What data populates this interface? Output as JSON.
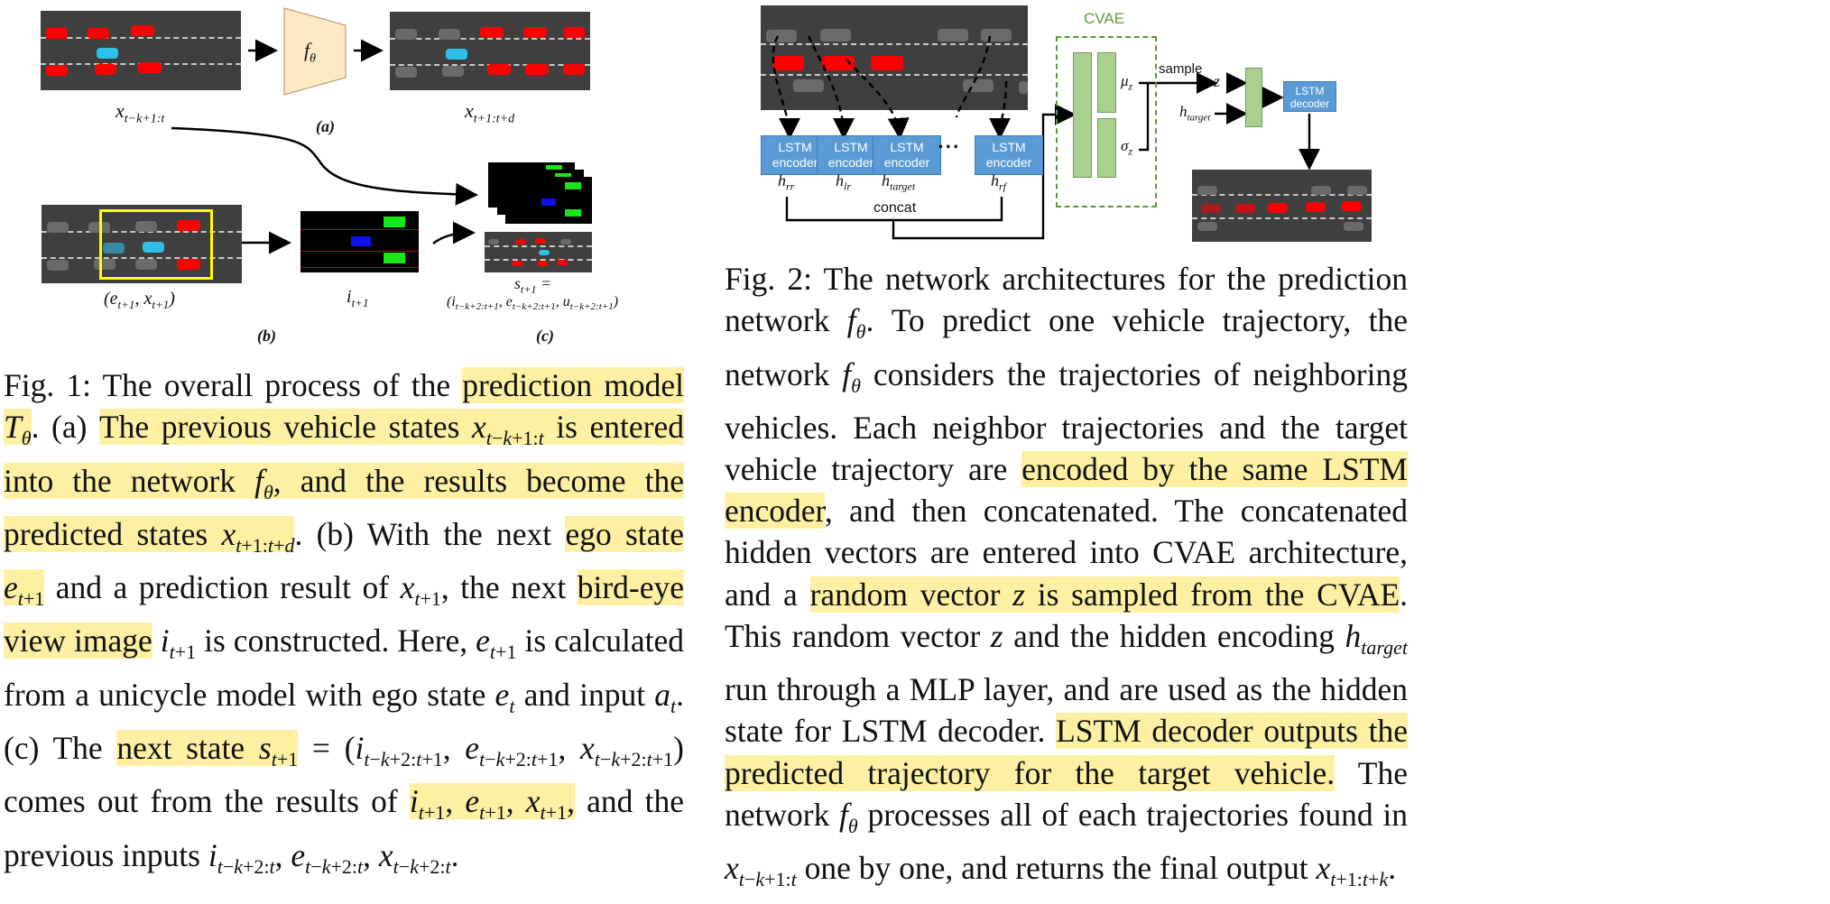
{
  "fig1": {
    "fname": "f",
    "fsub": "θ",
    "x_in": "x",
    "x_in_sub": "t−k+1:t",
    "x_out": "x",
    "x_out_sub": "t+1:t+d",
    "panel_a": "(a)",
    "panel_b": "(b)",
    "panel_c": "(c)",
    "ex_label": "(e",
    "ex_label_sub1": "t+1",
    "ex_label_mid": ", x",
    "ex_label_sub2": "t+1",
    "ex_label_end": ")",
    "i_label": "i",
    "i_label_sub": "t+1",
    "s_label": "s",
    "s_label_sub": "t+1",
    "s_label_eq": " =",
    "s_label_line2": "(i",
    "s_label_l2_sub1": "t−k+2:t+1",
    "s_label_l2_mid1": ", e",
    "s_label_l2_sub2": "t−k+2:t+1",
    "s_label_l2_mid2": ", u",
    "s_label_l2_sub3": "t−k+2:t+1",
    "s_label_l2_end": ")"
  },
  "fig2": {
    "cvae": "CVAE",
    "sample": "sample",
    "concat": "concat",
    "enc_label_1": "LSTM",
    "enc_label_2": "encoder",
    "dec_label_1": "LSTM",
    "dec_label_2": "decoder",
    "dots": "• • •",
    "h_rr": "h",
    "h_rr_sub": "rr",
    "h_lr": "h",
    "h_lr_sub": "lr",
    "h_target": "h",
    "h_target_sub": "target",
    "h_rf": "h",
    "h_rf_sub": "rf",
    "mu": "μ",
    "mu_sub": "z",
    "sigma": "σ",
    "sigma_sub": "z",
    "z": "z",
    "htarget_in": "h",
    "htarget_in_sub": "target"
  },
  "colors": {
    "road": "#3f3f3f",
    "ego_red": "#ff0000",
    "neighbor_grey": "#6a6a6a",
    "target_blue": "#2ec0ea",
    "box_yellow": "#ffff00",
    "fbox": "#fde9c4",
    "encoder_blue": "#5b9bd5",
    "cvae_green": "#a9d08e",
    "cvae_border": "#5a9a3a",
    "highlight": "#fdf0a3"
  }
}
